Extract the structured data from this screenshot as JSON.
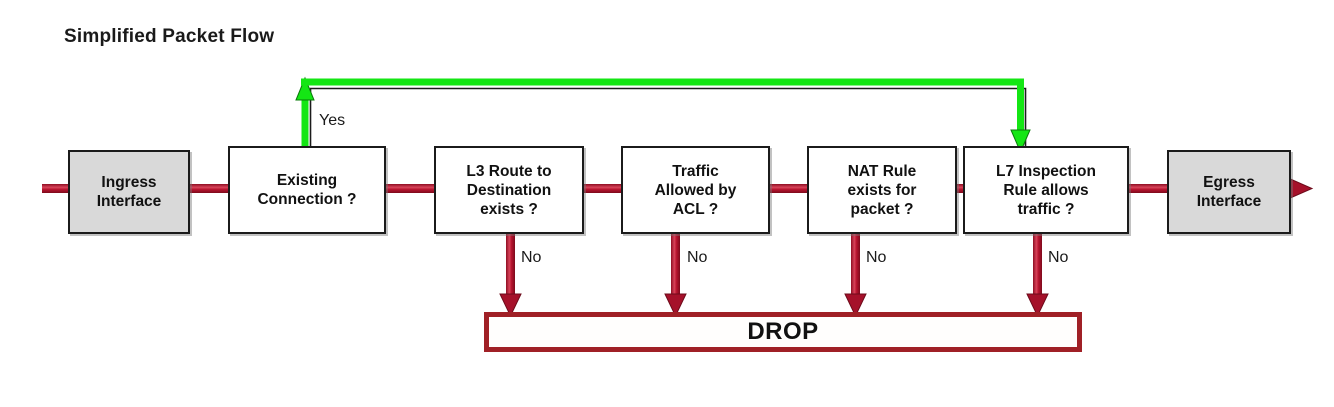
{
  "diagram": {
    "title": "Simplified Packet Flow",
    "type": "flowchart",
    "colors": {
      "flow_line": "#a5112a",
      "flow_line_highlight": "#d63a50",
      "yes_branch": "#14e614",
      "drop_border": "#a02026",
      "interface_fill": "#d9d9d9",
      "decision_fill": "#ffffff",
      "node_border": "#1b1b1b",
      "text": "#111111"
    },
    "nodes": [
      {
        "id": "ingress",
        "label": "Ingress\nInterface",
        "kind": "interface"
      },
      {
        "id": "conn",
        "label": "Existing\nConnection ?",
        "kind": "decision"
      },
      {
        "id": "route",
        "label": "L3 Route to\nDestination\nexists ?",
        "kind": "decision"
      },
      {
        "id": "acl",
        "label": "Traffic\nAllowed by\nACL ?",
        "kind": "decision"
      },
      {
        "id": "nat",
        "label": "NAT Rule\nexists for\npacket ?",
        "kind": "decision"
      },
      {
        "id": "l7",
        "label": "L7 Inspection\nRule allows\ntraffic ?",
        "kind": "decision"
      },
      {
        "id": "egress",
        "label": "Egress\nInterface",
        "kind": "interface"
      }
    ],
    "terminal": {
      "id": "drop",
      "label": "DROP"
    },
    "edge_labels": {
      "yes": "Yes",
      "no_route": "No",
      "no_acl": "No",
      "no_nat": "No",
      "no_l7": "No"
    }
  }
}
